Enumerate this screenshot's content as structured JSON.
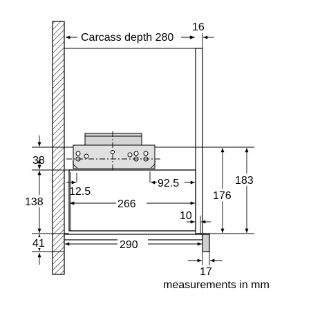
{
  "labels": {
    "carcass_depth": "Carcass depth 280",
    "dim_16": "16",
    "dim_38": "38",
    "dim_138": "138",
    "dim_41": "41",
    "dim_12_5": "12.5",
    "dim_92_5": "92.5",
    "dim_266": "266",
    "dim_10": "10",
    "dim_290": "290",
    "dim_17": "17",
    "dim_176": "176",
    "dim_183": "183"
  },
  "note": "measurements in mm"
}
